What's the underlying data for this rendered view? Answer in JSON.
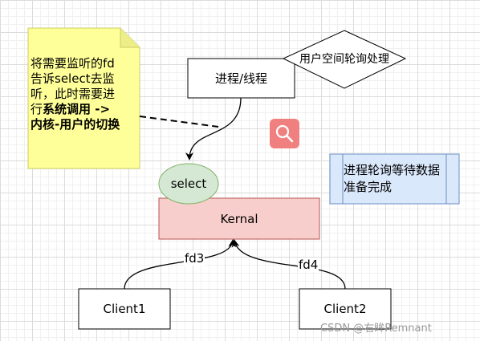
{
  "note": {
    "line1": "将需要监听的fd",
    "line2": "告诉select去监",
    "line3": "听，此时需要进",
    "line4_prefix": "行",
    "line4_bold": "系统调用 ->",
    "line5_bold": "内核-用户的切换"
  },
  "process_box": {
    "label": "进程/线程"
  },
  "diamond": {
    "label": "用户空间轮询处理"
  },
  "select_ellipse": {
    "label": "select"
  },
  "kernel_box": {
    "label": "Kernal"
  },
  "info_box": {
    "label": "进程轮询等待数据准备完成"
  },
  "client1": {
    "label": "Client1"
  },
  "client2": {
    "label": "Client2"
  },
  "edges": {
    "fd3": "fd3",
    "fd4": "fd4"
  },
  "search_icon": {
    "icon": "search-icon",
    "color": "#f08080"
  },
  "watermark": "CSDN @右眸Remnant",
  "colors": {
    "note_fill": "#ffff99",
    "select_fill": "#d5e8d4",
    "kernel_fill": "#f8cecc",
    "info_fill": "#dae8fc"
  }
}
